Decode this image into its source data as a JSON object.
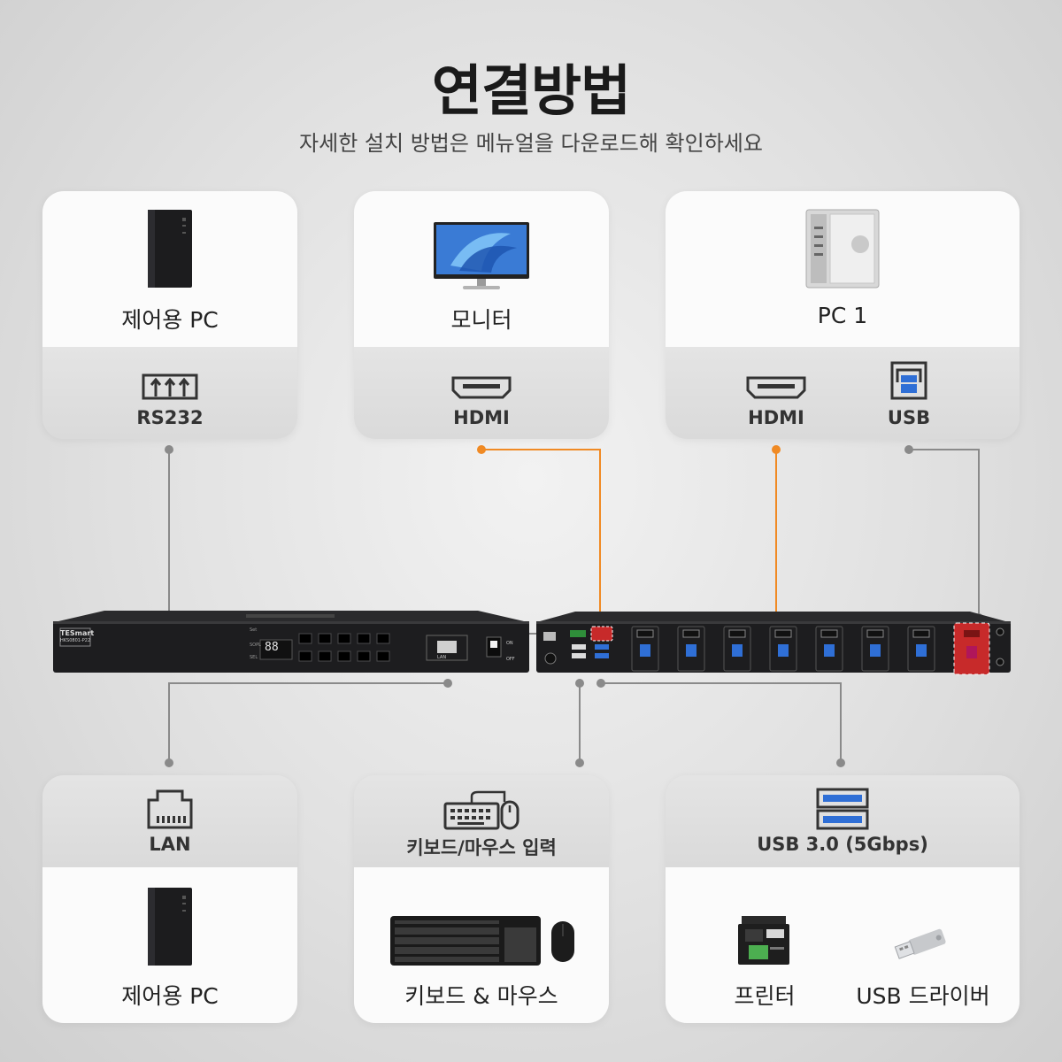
{
  "header": {
    "title": "연결방법",
    "subtitle": "자세한 설치 방법은 메뉴얼을 다운로드해 확인하세요"
  },
  "top_cards": [
    {
      "device": "제어용 PC",
      "ports": [
        "RS232"
      ]
    },
    {
      "device": "모니터",
      "ports": [
        "HDMI"
      ]
    },
    {
      "device": "PC 1",
      "ports": [
        "HDMI",
        "USB"
      ]
    }
  ],
  "bottom_cards": [
    {
      "port": "LAN",
      "device": "제어용 PC"
    },
    {
      "port": "키보드/마우스 입력",
      "device": "키보드 & 마우스"
    },
    {
      "port": "USB 3.0 (5Gbps)",
      "devices": [
        "프린터",
        "USB 드라이버"
      ]
    }
  ],
  "kvm": {
    "brand": "TESmart",
    "model": "HKS0801-P22",
    "display": "88",
    "front_labels": {
      "lan": "LAN",
      "on": "ON",
      "off": "OFF"
    }
  },
  "colors": {
    "hdmi_line": "#f08a24",
    "other_line": "#8a8a8a",
    "highlight": "#d32f2f"
  },
  "icons": [
    "tower-pc-icon",
    "monitor-icon",
    "server-pc-icon",
    "rs232-icon",
    "hdmi-icon",
    "usb-b-icon",
    "lan-icon",
    "keyboard-mouse-icon",
    "usb-a-icon",
    "keyboard-icon",
    "mouse-icon",
    "printer-icon",
    "usb-drive-icon"
  ]
}
